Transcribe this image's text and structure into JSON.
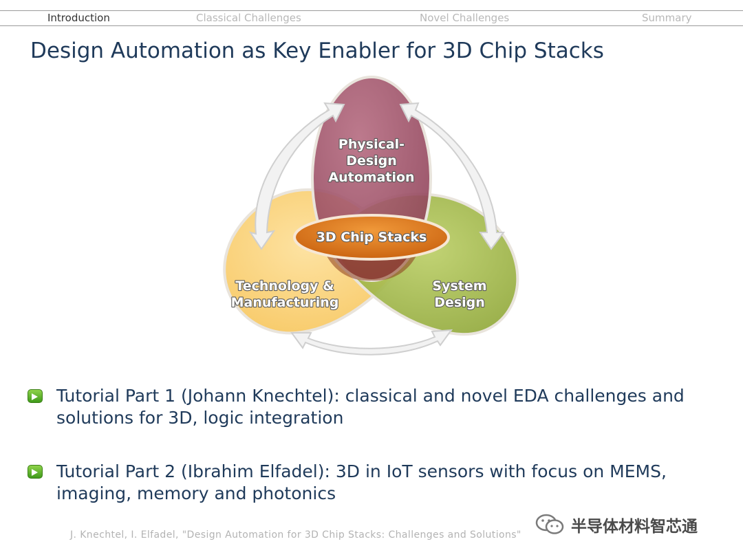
{
  "nav": {
    "items": [
      {
        "label": "Introduction",
        "active": true
      },
      {
        "label": "Classical Challenges",
        "active": false
      },
      {
        "label": "Novel Challenges",
        "active": false
      },
      {
        "label": "Summary",
        "active": false
      }
    ]
  },
  "title": "Design Automation as Key Enabler for 3D Chip Stacks",
  "diagram": {
    "top_label_line1": "Physical-",
    "top_label_line2": "Design",
    "top_label_line3": "Automation",
    "center_label": "3D Chip Stacks",
    "left_label_line1": "Technology &",
    "left_label_line2": "Manufacturing",
    "right_label_line1": "System",
    "right_label_line2": "Design",
    "colors": {
      "top": "#a3566b",
      "left": "#fcd070",
      "right": "#a5ba4c",
      "center": "#e07a1e"
    }
  },
  "bullets": [
    {
      "text": "Tutorial Part 1 (Johann Knechtel): classical and novel EDA challenges and solutions for 3D, logic integration",
      "icon": "green-arrow-icon"
    },
    {
      "text": "Tutorial Part 2 (Ibrahim Elfadel): 3D in IoT sensors with focus on MEMS, imaging, memory and photonics",
      "icon": "green-arrow-icon"
    }
  ],
  "footer": "J. Knechtel, I. Elfadel, \"Design Automation for 3D Chip Stacks: Challenges and Solutions\"",
  "watermark": {
    "text": "半导体材料智芯通",
    "icon": "wechat-icon"
  }
}
